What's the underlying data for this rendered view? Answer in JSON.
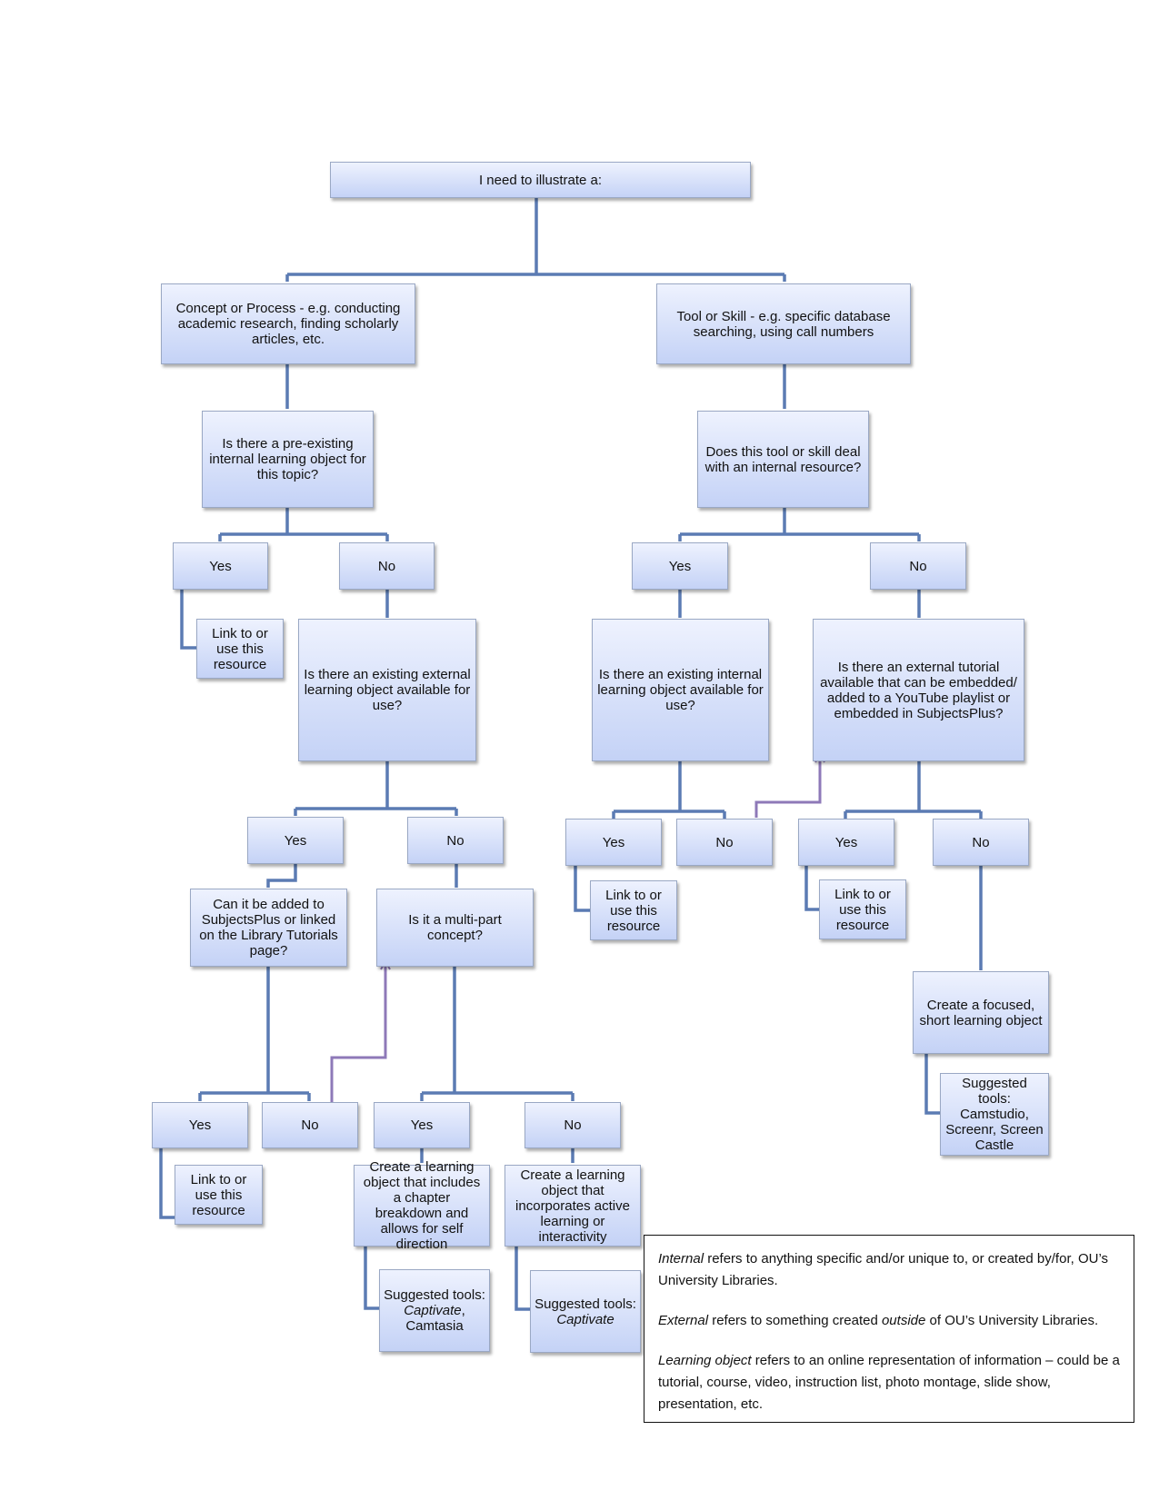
{
  "nodes": {
    "root": "I need to illustrate a:",
    "concept": "Concept or Process - e.g. conducting academic research, finding scholarly articles, etc.",
    "tool": "Tool or Skill - e.g. specific database searching, using call numbers",
    "q_internal_existing": "Is there a pre-existing internal learning object for this topic?",
    "q_tool_internal": "Does this tool or skill deal with an internal resource?",
    "c_yes1": "Yes",
    "c_no1": "No",
    "c_link1": "Link to or use this resource",
    "q_external_existing": "Is there an existing external learning object available for use?",
    "c_yes2": "Yes",
    "c_no2": "No",
    "q_subjectsplus": "Can it be added to SubjectsPlus or linked on the Library Tutorials page?",
    "q_multipart": "Is it a multi-part concept?",
    "c_yes3": "Yes",
    "c_no3": "No",
    "c_link3": "Link to or use this resource",
    "c_yes4": "Yes",
    "c_no4": "No",
    "create_chapter": "Create a learning object that includes a chapter breakdown and allows for self direction",
    "create_active": "Create a learning object that incorporates active learning or interactivity",
    "tools_chapter_label": "Suggested tools:",
    "tools_chapter_1": "Captivate",
    "tools_chapter_sep": ",",
    "tools_chapter_2": "Camtasia",
    "tools_active_label": "Suggested tools:",
    "tools_active_1": "Captivate",
    "t_yes1": "Yes",
    "t_no1": "No",
    "q_internal_available": "Is there an existing internal learning object available for use?",
    "q_external_tutorial": "Is there an external tutorial available that can be embedded/ added to a YouTube playlist or embedded in SubjectsPlus?",
    "t_yes2": "Yes",
    "t_no2": "No",
    "t_link2": "Link to or use this resource",
    "t_yes3": "Yes",
    "t_no3": "No",
    "t_link3": "Link to or use this resource",
    "create_focused": "Create a focused, short learning object",
    "tools_focused": "Suggested tools: Camstudio, Screenr, Screen Castle"
  },
  "legend": {
    "internal_term": "Internal",
    "internal_def": " refers to anything specific and/or unique to, or created by/for, OU’s University Libraries.",
    "external_term": "External",
    "external_def_1": " refers to something created ",
    "external_em": "outside",
    "external_def_2": " of OU’s University Libraries.",
    "lo_term": "Learning object",
    "lo_def": " refers to an online representation of information – could be a tutorial, course, video, instruction list, photo montage, slide show, presentation, etc."
  },
  "colors": {
    "connector": "#5b7bb3",
    "arrow": "#8e79b8",
    "box_top": "#eef2fe",
    "box_bottom": "#c4d2f6"
  }
}
